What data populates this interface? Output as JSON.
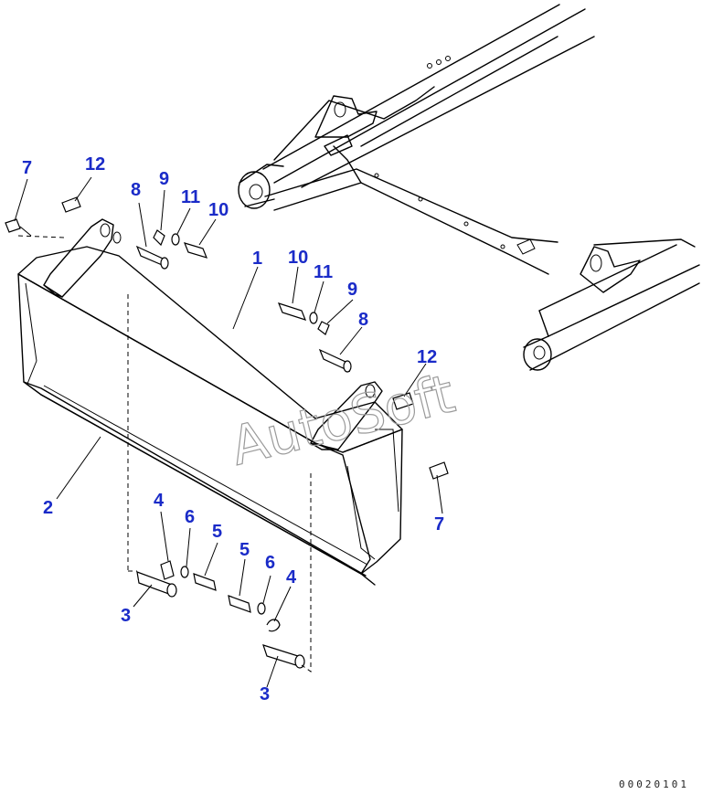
{
  "figure": {
    "catalog_number": "00020101",
    "watermark": "AutoSoft",
    "colors": {
      "callout": "#1a2bc8",
      "line": "#000000",
      "background": "#ffffff",
      "watermark": "#9a9a9a"
    }
  },
  "callouts": [
    {
      "id": "c1",
      "text": "7"
    },
    {
      "id": "c2",
      "text": "12"
    },
    {
      "id": "c3",
      "text": "8"
    },
    {
      "id": "c4",
      "text": "9"
    },
    {
      "id": "c5",
      "text": "11"
    },
    {
      "id": "c6",
      "text": "10"
    },
    {
      "id": "c7",
      "text": "1"
    },
    {
      "id": "c8",
      "text": "10"
    },
    {
      "id": "c9",
      "text": "11"
    },
    {
      "id": "c10",
      "text": "9"
    },
    {
      "id": "c11",
      "text": "8"
    },
    {
      "id": "c12",
      "text": "12"
    },
    {
      "id": "c13",
      "text": "7"
    },
    {
      "id": "c14",
      "text": "2"
    },
    {
      "id": "c15",
      "text": "4"
    },
    {
      "id": "c16",
      "text": "6"
    },
    {
      "id": "c17",
      "text": "5"
    },
    {
      "id": "c18",
      "text": "5"
    },
    {
      "id": "c19",
      "text": "6"
    },
    {
      "id": "c20",
      "text": "4"
    },
    {
      "id": "c21",
      "text": "3"
    },
    {
      "id": "c22",
      "text": "3"
    }
  ]
}
